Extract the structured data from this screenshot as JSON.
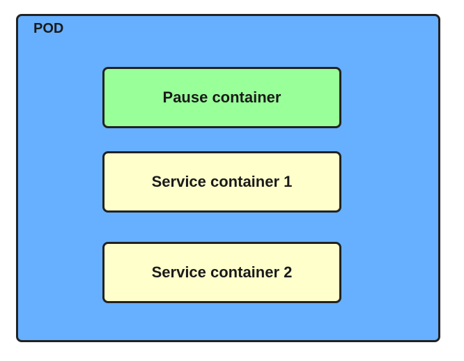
{
  "pod": {
    "label": "POD",
    "color": "#66b0ff"
  },
  "containers": [
    {
      "label": "Pause container",
      "color": "#99ff99"
    },
    {
      "label": "Service container 1",
      "color": "#ffffcc"
    },
    {
      "label": "Service container 2",
      "color": "#ffffcc"
    }
  ]
}
